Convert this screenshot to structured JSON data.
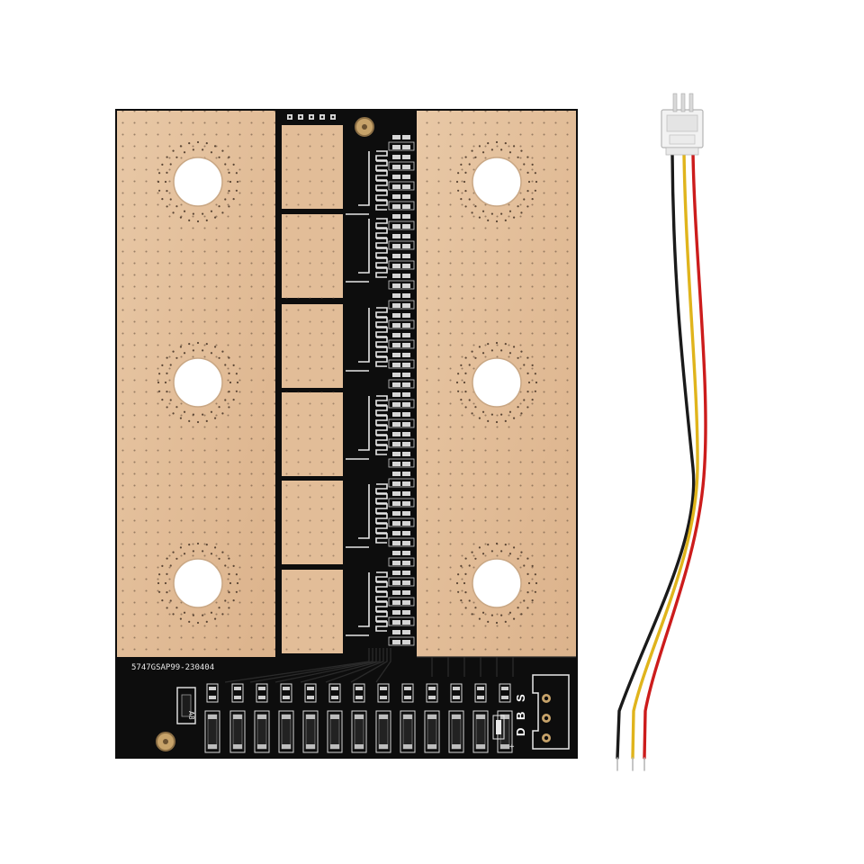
{
  "board": {
    "serial_marking": "5747GSAP99-230404",
    "diode_marking": "A8",
    "port_labels": [
      "D",
      "B",
      "S"
    ],
    "polarity_marking": "+",
    "colors": {
      "copper": "#e3c09c",
      "copper_dot": "#5a4534",
      "soldermask": "#0d0d0d",
      "silkscreen": "#e8e8e8",
      "gold_pad": "#c7a36a"
    }
  },
  "cable": {
    "wire_colors": [
      "#1a1a1a",
      "#e0b41c",
      "#cc1c1c"
    ],
    "connector_color": "#f2f2f2"
  },
  "background": "#ffffff"
}
